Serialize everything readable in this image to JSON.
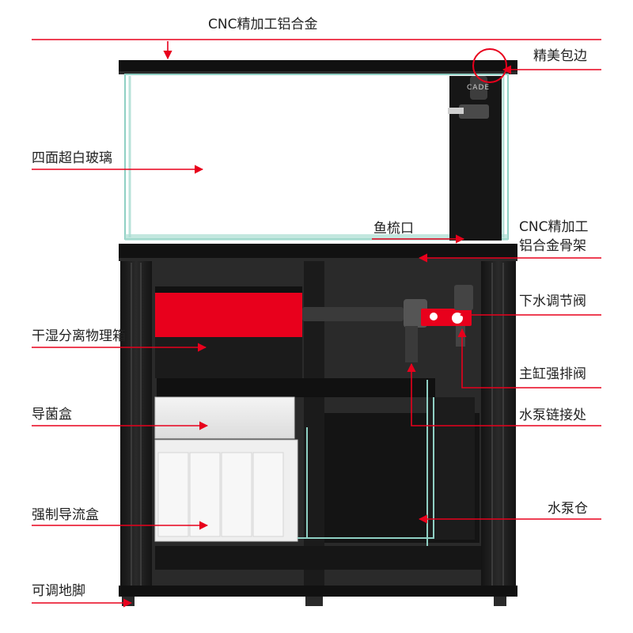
{
  "labels": {
    "top_frame": "CNC精加工铝合金",
    "edge_trim": "精美包边",
    "glass": "四面超白玻璃",
    "comb": "鱼梳口",
    "frame_line1": "CNC精加工",
    "frame_line2": "铝合金骨架",
    "drain_valve": "下水调节阀",
    "dry_wet_box": "干湿分离物理箱",
    "main_drain_valve": "主缸强排阀",
    "bacteria_box": "导菌盒",
    "pump_connection": "水泵链接处",
    "flow_box": "强制导流盒",
    "pump_chamber": "水泵仓",
    "feet": "可调地脚"
  },
  "logo_text": "CADE",
  "colors": {
    "accent": "#e8001c",
    "cabinet": "#1c1c1c",
    "glass_edge": "#8fd0c4",
    "pipe": "#3a3a3a"
  }
}
